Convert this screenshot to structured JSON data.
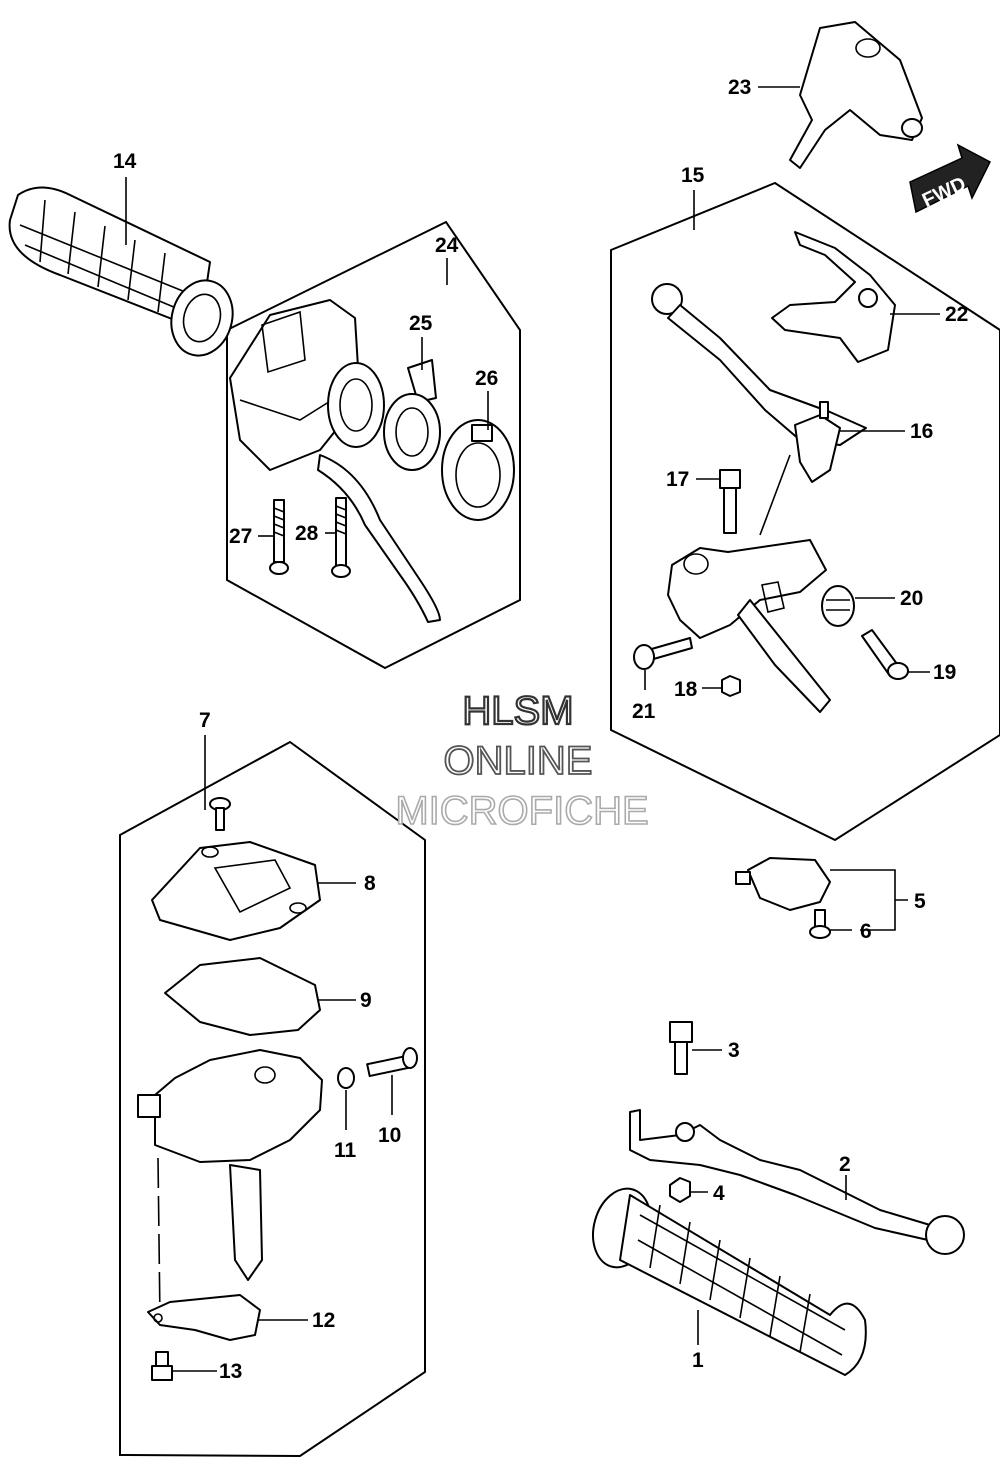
{
  "callouts": {
    "c1": "1",
    "c2": "2",
    "c3": "3",
    "c4": "4",
    "c5": "5",
    "c6": "6",
    "c7": "7",
    "c8": "8",
    "c9": "9",
    "c10": "10",
    "c11": "11",
    "c12": "12",
    "c13": "13",
    "c14": "14",
    "c15": "15",
    "c16": "16",
    "c17": "17",
    "c18": "18",
    "c19": "19",
    "c20": "20",
    "c21": "21",
    "c22": "22",
    "c23": "23",
    "c24": "24",
    "c25": "25",
    "c26": "26",
    "c27": "27",
    "c28": "28"
  },
  "direction_label": "FWD",
  "watermark": {
    "line1": "HLSM",
    "line2": "ONLINE",
    "line3": "MICROFICHE"
  }
}
